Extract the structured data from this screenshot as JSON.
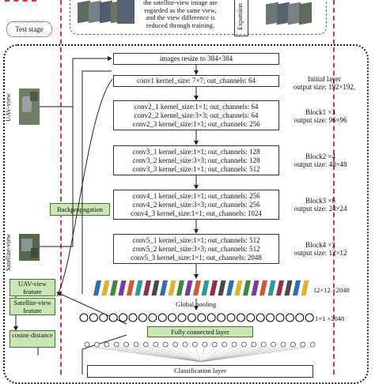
{
  "top_section": {
    "caption_lines": [
      "the satellite-view image are",
      "regarded as the same view,",
      "and the view difference is",
      "reduced through training."
    ],
    "vertical_text": "Expansion"
  },
  "test_stage_label": "Test stage",
  "side_labels": {
    "uav": "UAV-view",
    "satellite": "Satellite-view"
  },
  "backprop_label": "Backpropagation",
  "pipeline": {
    "resize": "images  resize to 384×384",
    "conv1": "conv1 kernel_size: 7×7; out_channels: 64",
    "initial_layer": {
      "name": "Initial layer",
      "size": "output size: 192×192,"
    },
    "blocks": [
      {
        "lines": [
          "conv2_1 kernel_size:1×1; out_channels: 64",
          "conv2_2 kernel_size:3×3; out_channels: 64",
          "conv2_3 kernel_size:1×1; out_channels: 256"
        ],
        "name": "Block1 ×3",
        "size": "output size:  96×96"
      },
      {
        "lines": [
          "conv3_1 kernel_size:1×1; out_channels: 128",
          "conv3_2 kernel_size:3×3; out_channels: 128",
          "conv3_3 kernel_size:1×1; out_channels: 512"
        ],
        "name": "Block2 ×4",
        "size": "output size:  48×48"
      },
      {
        "lines": [
          "conv4_1 kernel_size:1×1; out_channels: 256",
          "conv4_2 kernel_size:3×3; out_channels: 256",
          "conv4_3 kernel_size:1×1; out_channels: 1024"
        ],
        "name": "Block3 ×6",
        "size": "output size:  24×24"
      },
      {
        "lines": [
          "conv5_1 kernel_size:1×1; out_channels: 512",
          "conv5_2 kernel_size:3×3; out_channels: 512",
          "conv5_3 kernel_size:1×1; out_channels: 2048"
        ],
        "name": "Block4 ×3",
        "size": "output size:  12×12"
      }
    ]
  },
  "feature_map_label": "12×12 ×2048",
  "global_pooling": "Global pooling",
  "pool_vector_label": "1×1 ×2048",
  "fc_layer": "Fully connected layer",
  "classification_layer": "Classification layer",
  "left_features": {
    "uav_feature": "UAV-view feature",
    "sat_feature": "Satellite-view feature",
    "cosine": "cosine distance"
  },
  "colors": {
    "dashed_red": "#d23a3a",
    "green_box": "#c9e6b4",
    "top_blue_dash": "#3a6fb4"
  }
}
